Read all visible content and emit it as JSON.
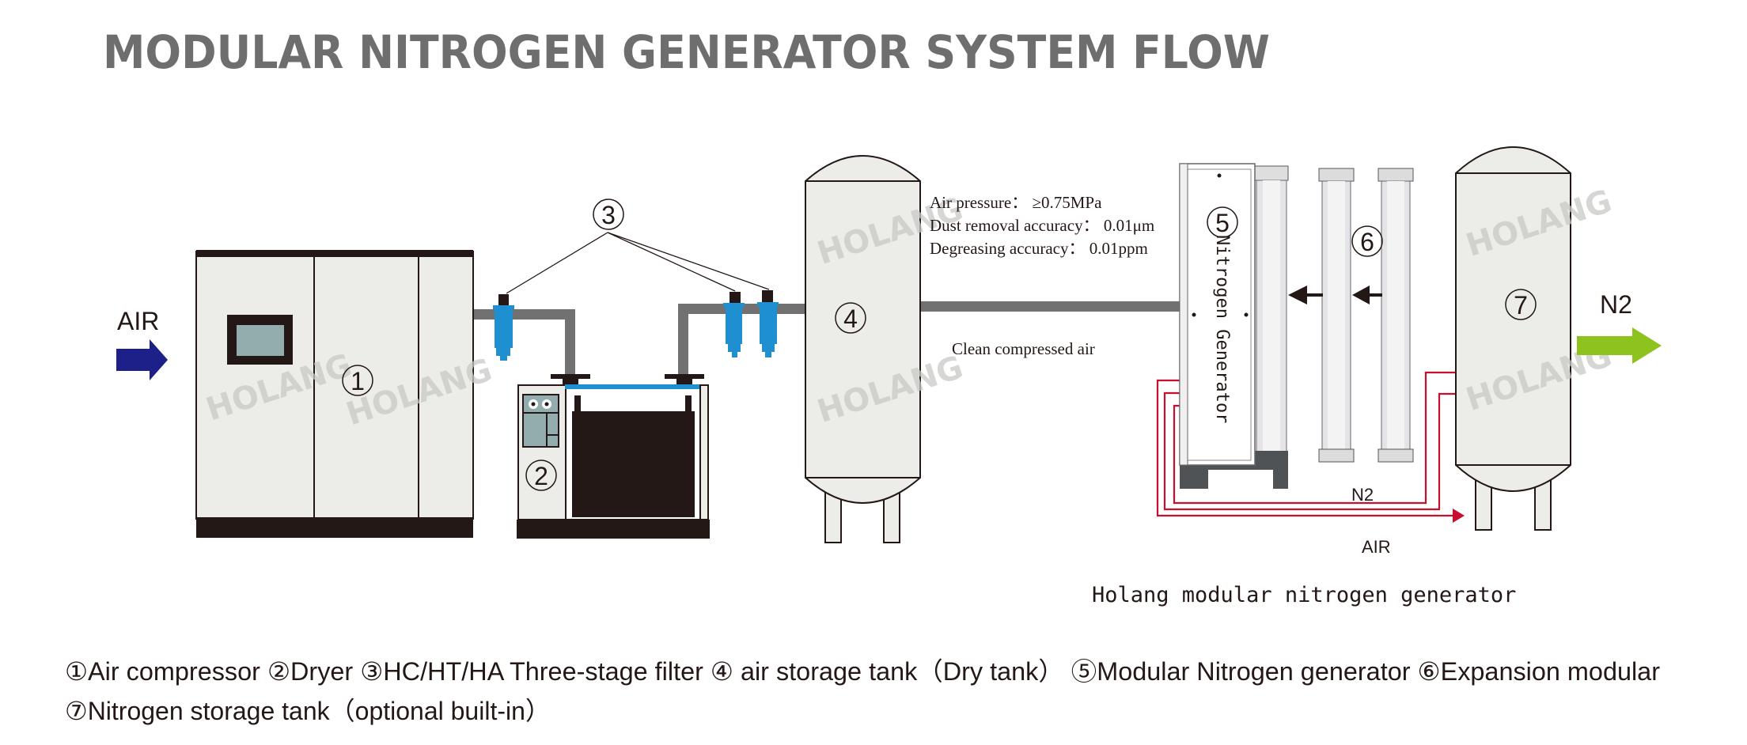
{
  "title": "MODULAR NITROGEN GENERATOR SYSTEM FLOW",
  "watermark": "HOLANG",
  "inlet": {
    "label": "AIR",
    "arrow_color": "#1d2088"
  },
  "outlet": {
    "label": "N2",
    "arrow_color": "#8dc21f"
  },
  "components": {
    "compressor": {
      "number": "①"
    },
    "dryer": {
      "number": "②"
    },
    "filters": {
      "number": "③"
    },
    "air_tank": {
      "number": "④"
    },
    "generator": {
      "number": "⑤",
      "label": "Nitrogen Generator"
    },
    "expansion": {
      "number": "⑥"
    },
    "n2_tank": {
      "number": "⑦"
    }
  },
  "specs": {
    "line1": "Air pressure：  ≥0.75MPa",
    "line2": "Dust removal accuracy：  0.01μm",
    "line3": "Degreasing accuracy：  0.01ppm"
  },
  "pipe_label": "Clean compressed air",
  "flow_labels": {
    "n2": "N2",
    "air": "AIR"
  },
  "caption": "Holang modular nitrogen generator",
  "legend": {
    "line1": "①Air compressor ②Dryer  ③HC/HT/HA Three-stage filter ④ air storage tank（Dry tank） ⑤Modular Nitrogen generator ⑥Expansion modular",
    "line2": "⑦Nitrogen storage tank（optional built-in）"
  },
  "colors": {
    "pipe": "#717171",
    "filter": "#1e8fd0",
    "red_line": "#c8102e",
    "body": "#ecece8",
    "dark": "#231815",
    "screen": "#93adae",
    "gen_base": "#505356"
  }
}
